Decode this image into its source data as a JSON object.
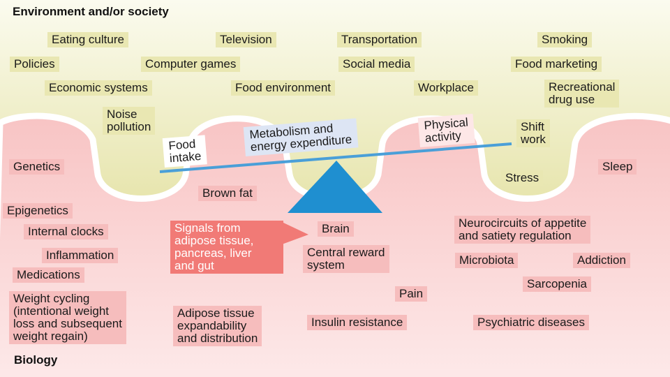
{
  "titles": {
    "environment": "Environment and/or society",
    "biology": "Biology"
  },
  "colors": {
    "environment_bg": "#e9e7b2",
    "environment_label": "#e9e7b2",
    "biology_bg": "#fbd3d3",
    "biology_label": "#f6bdbd",
    "signal_label": "#f17a76",
    "seesaw_beam": "#4a9fd8",
    "fulcrum": "#1f8fd0"
  },
  "environment_factors": [
    "Eating culture",
    "Television",
    "Transportation",
    "Smoking",
    "Policies",
    "Computer games",
    "Social  media",
    "Food marketing",
    "Economic systems",
    "Food environment",
    "Workplace",
    "Recreational\ndrug use",
    "Noise\npollution",
    "Shift\nwork",
    "Stress"
  ],
  "seesaw": {
    "food_intake": "Food\nintake",
    "metabolism": "Metabolism and\nenergy expenditure",
    "physical_activity": "Physical\nactivity"
  },
  "biology_factors": [
    "Genetics",
    "Brown fat",
    "Sleep",
    "Epigenetics",
    "Internal clocks",
    "Brain",
    "Neurocircuits of appetite\nand satiety regulation",
    "Inflammation",
    "Central reward\nsystem",
    "Microbiota",
    "Addiction",
    "Medications",
    "Sarcopenia",
    "Pain",
    "Weight cycling\n(intentional weight\nloss and subsequent\nweight regain)",
    "Adipose tissue\nexpandability\nand distribution",
    "Insulin resistance",
    "Psychiatric diseases"
  ],
  "signals": "Signals from\nadipose tissue,\npancreas, liver\nand gut"
}
